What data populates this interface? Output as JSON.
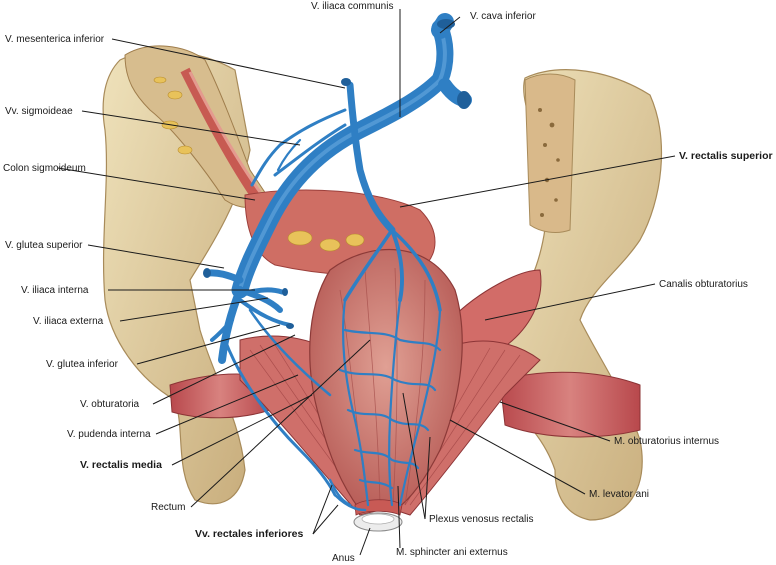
{
  "labels": {
    "v_iliaca_communis": "V. iliaca communis",
    "v_cava_inferior": "V. cava inferior",
    "v_mesenterica_inferior": "V. mesenterica inferior",
    "vv_sigmoideae": "Vv. sigmoideae",
    "colon_sigmoideum": "Colon sigmoideum",
    "v_rectalis_superior": "V. rectalis superior",
    "v_glutea_superior": "V. glutea superior",
    "v_iliaca_interna": "V. iliaca interna",
    "v_iliaca_externa": "V. iliaca externa",
    "canalis_obturatorius": "Canalis obturatorius",
    "v_glutea_inferior": "V. glutea inferior",
    "v_obturatoria": "V. obturatoria",
    "v_pudenda_interna": "V. pudenda interna",
    "m_obturatorius_internus": "M. obturatorius internus",
    "v_rectalis_media": "V. rectalis media",
    "rectum": "Rectum",
    "m_levator_ani": "M. levator ani",
    "vv_rectales_inferiores": "Vv. rectales inferiores",
    "plexus_venosus_rectalis": "Plexus venosus rectalis",
    "anus": "Anus",
    "m_sphincter_ani_externus": "M. sphincter ani externus"
  },
  "colors": {
    "vein": "#2f7fc4",
    "vein_dark": "#1f5f9a",
    "muscle": "#c8575a",
    "muscle_light": "#dd8a88",
    "bone": "#e3d3a6",
    "bone_dark": "#bfa574",
    "fat": "#e8c25a",
    "label": "#1a1a1a"
  }
}
